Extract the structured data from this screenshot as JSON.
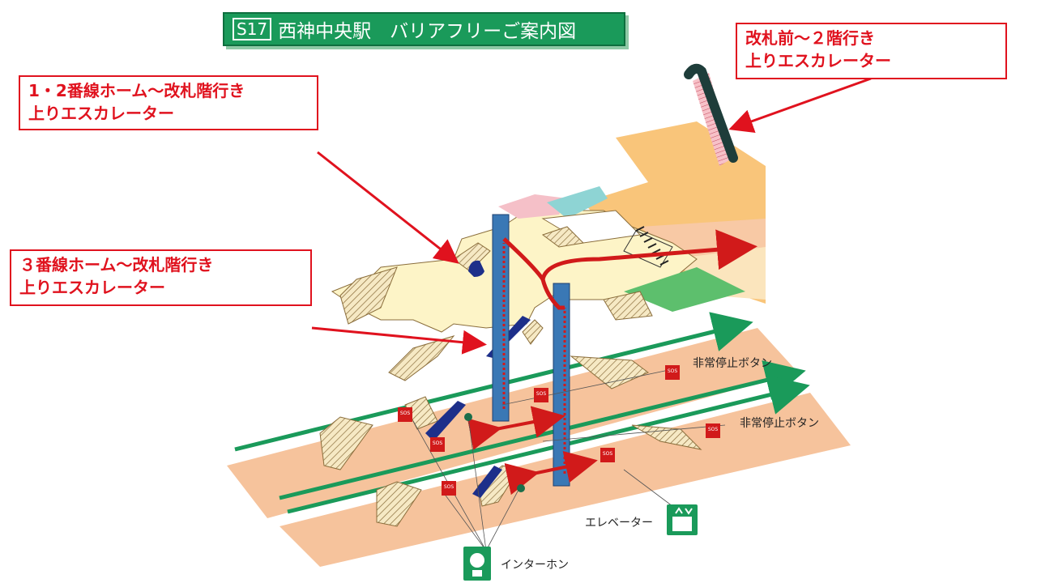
{
  "title": {
    "code": "S17",
    "text": "西神中央駅　バリアフリーご案内図"
  },
  "callouts": {
    "right_top": [
      "改札前～２階行き",
      "上りエスカレーター"
    ],
    "left_top": [
      "1・2番線ホーム～改札階行き",
      "上りエスカレーター"
    ],
    "left_mid": [
      "３番線ホーム～改札階行き",
      "上りエスカレーター"
    ]
  },
  "labels": {
    "emergency_button_1": "非常停止ボタン",
    "emergency_button_2": "非常停止ボタン",
    "elevator": "エレベーター",
    "intercom": "インターホン",
    "sos": "SOS"
  },
  "colors": {
    "title_green": "#1a9a5a",
    "callout_red": "#e0121e",
    "platform": "#f6c39c",
    "concourse": "#fdf4c7",
    "upper_floor": "#f9c57a",
    "track_green": "#1a9a5a",
    "elevator_blue": "#3a78b5",
    "escalator_navy": "#1d2f8a",
    "route_red": "#d11a1a"
  }
}
